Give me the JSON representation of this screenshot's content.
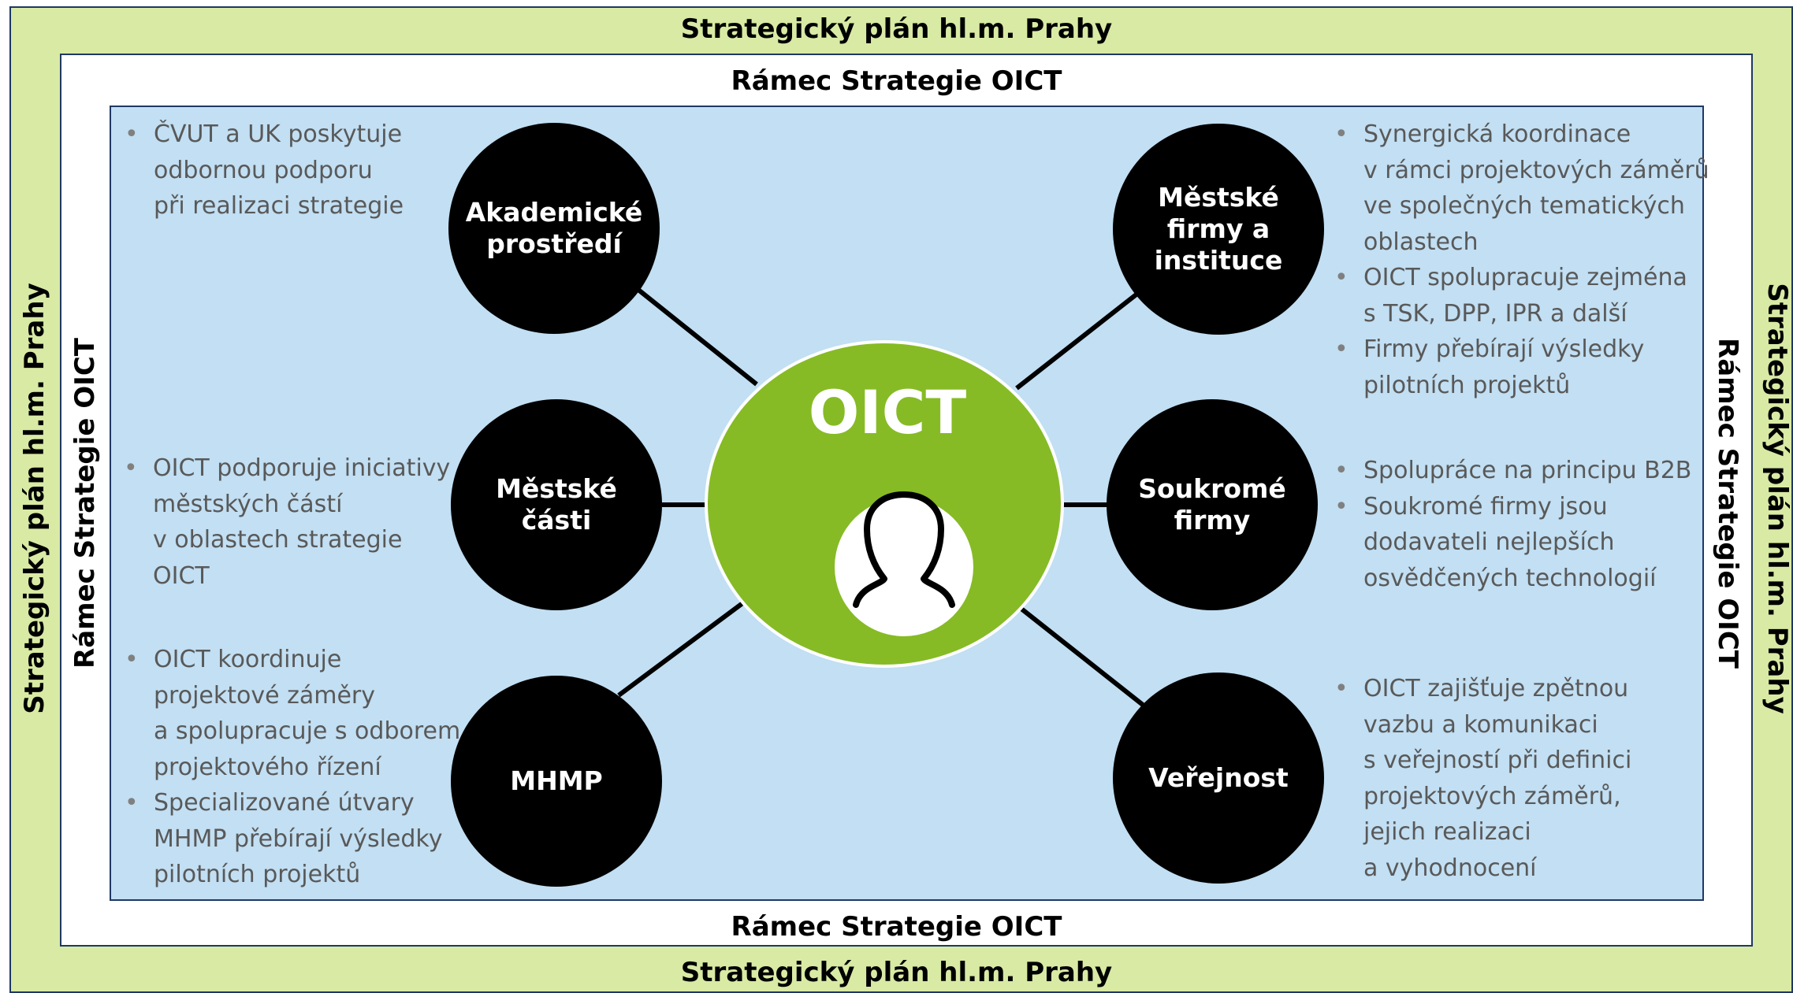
{
  "frame": {
    "outer_label": "Strategický plán hl.m. Prahy",
    "inner_label": "Rámec Strategie OICT",
    "colors": {
      "outer": "#d8eaa4",
      "inner": "#ffffff",
      "core": "#c2dff3",
      "border": "#1f3864"
    }
  },
  "hub": {
    "title": "OICT",
    "icon": "person-icon",
    "color": "#86bb25"
  },
  "nodes": {
    "academic": "Akademické\nprostředí",
    "districts": "Městské\nčásti",
    "mhmp": "MHMP",
    "city_firms": "Městské\nfirmy a\ninstituce",
    "private_firms": "Soukromé\nfirmy",
    "public": "Veřejnost"
  },
  "notes": {
    "academic": [
      "ČVUT a UK poskytuje\nodbornou podporu\npři realizaci strategie"
    ],
    "districts": [
      "OICT podporuje iniciativy\nměstských částí\nv oblastech strategie\nOICT"
    ],
    "mhmp": [
      "OICT koordinuje\nprojektové záměry\na spolupracuje s odborem\nprojektového řízení",
      "Specializované útvary\nMHMP přebírají výsledky\npilotních projektů"
    ],
    "city_firms": [
      "Synergická koordinace\nv rámci projektových záměrů\nve společných tematických\noblastech",
      "OICT spolupracuje zejména\ns TSK, DPP, IPR a další",
      "Firmy přebírají výsledky\npilotních projektů"
    ],
    "private_firms": [
      "Spolupráce na principu B2B",
      "Soukromé firmy jsou\ndodavateli nejlepších\nosvědčených technologií"
    ],
    "public": [
      "OICT zajišťuje zpětnou\nvazbu a komunikaci\ns veřejností při definici\nprojektových záměrů,\njejich realizaci\na vyhodnocení"
    ]
  }
}
